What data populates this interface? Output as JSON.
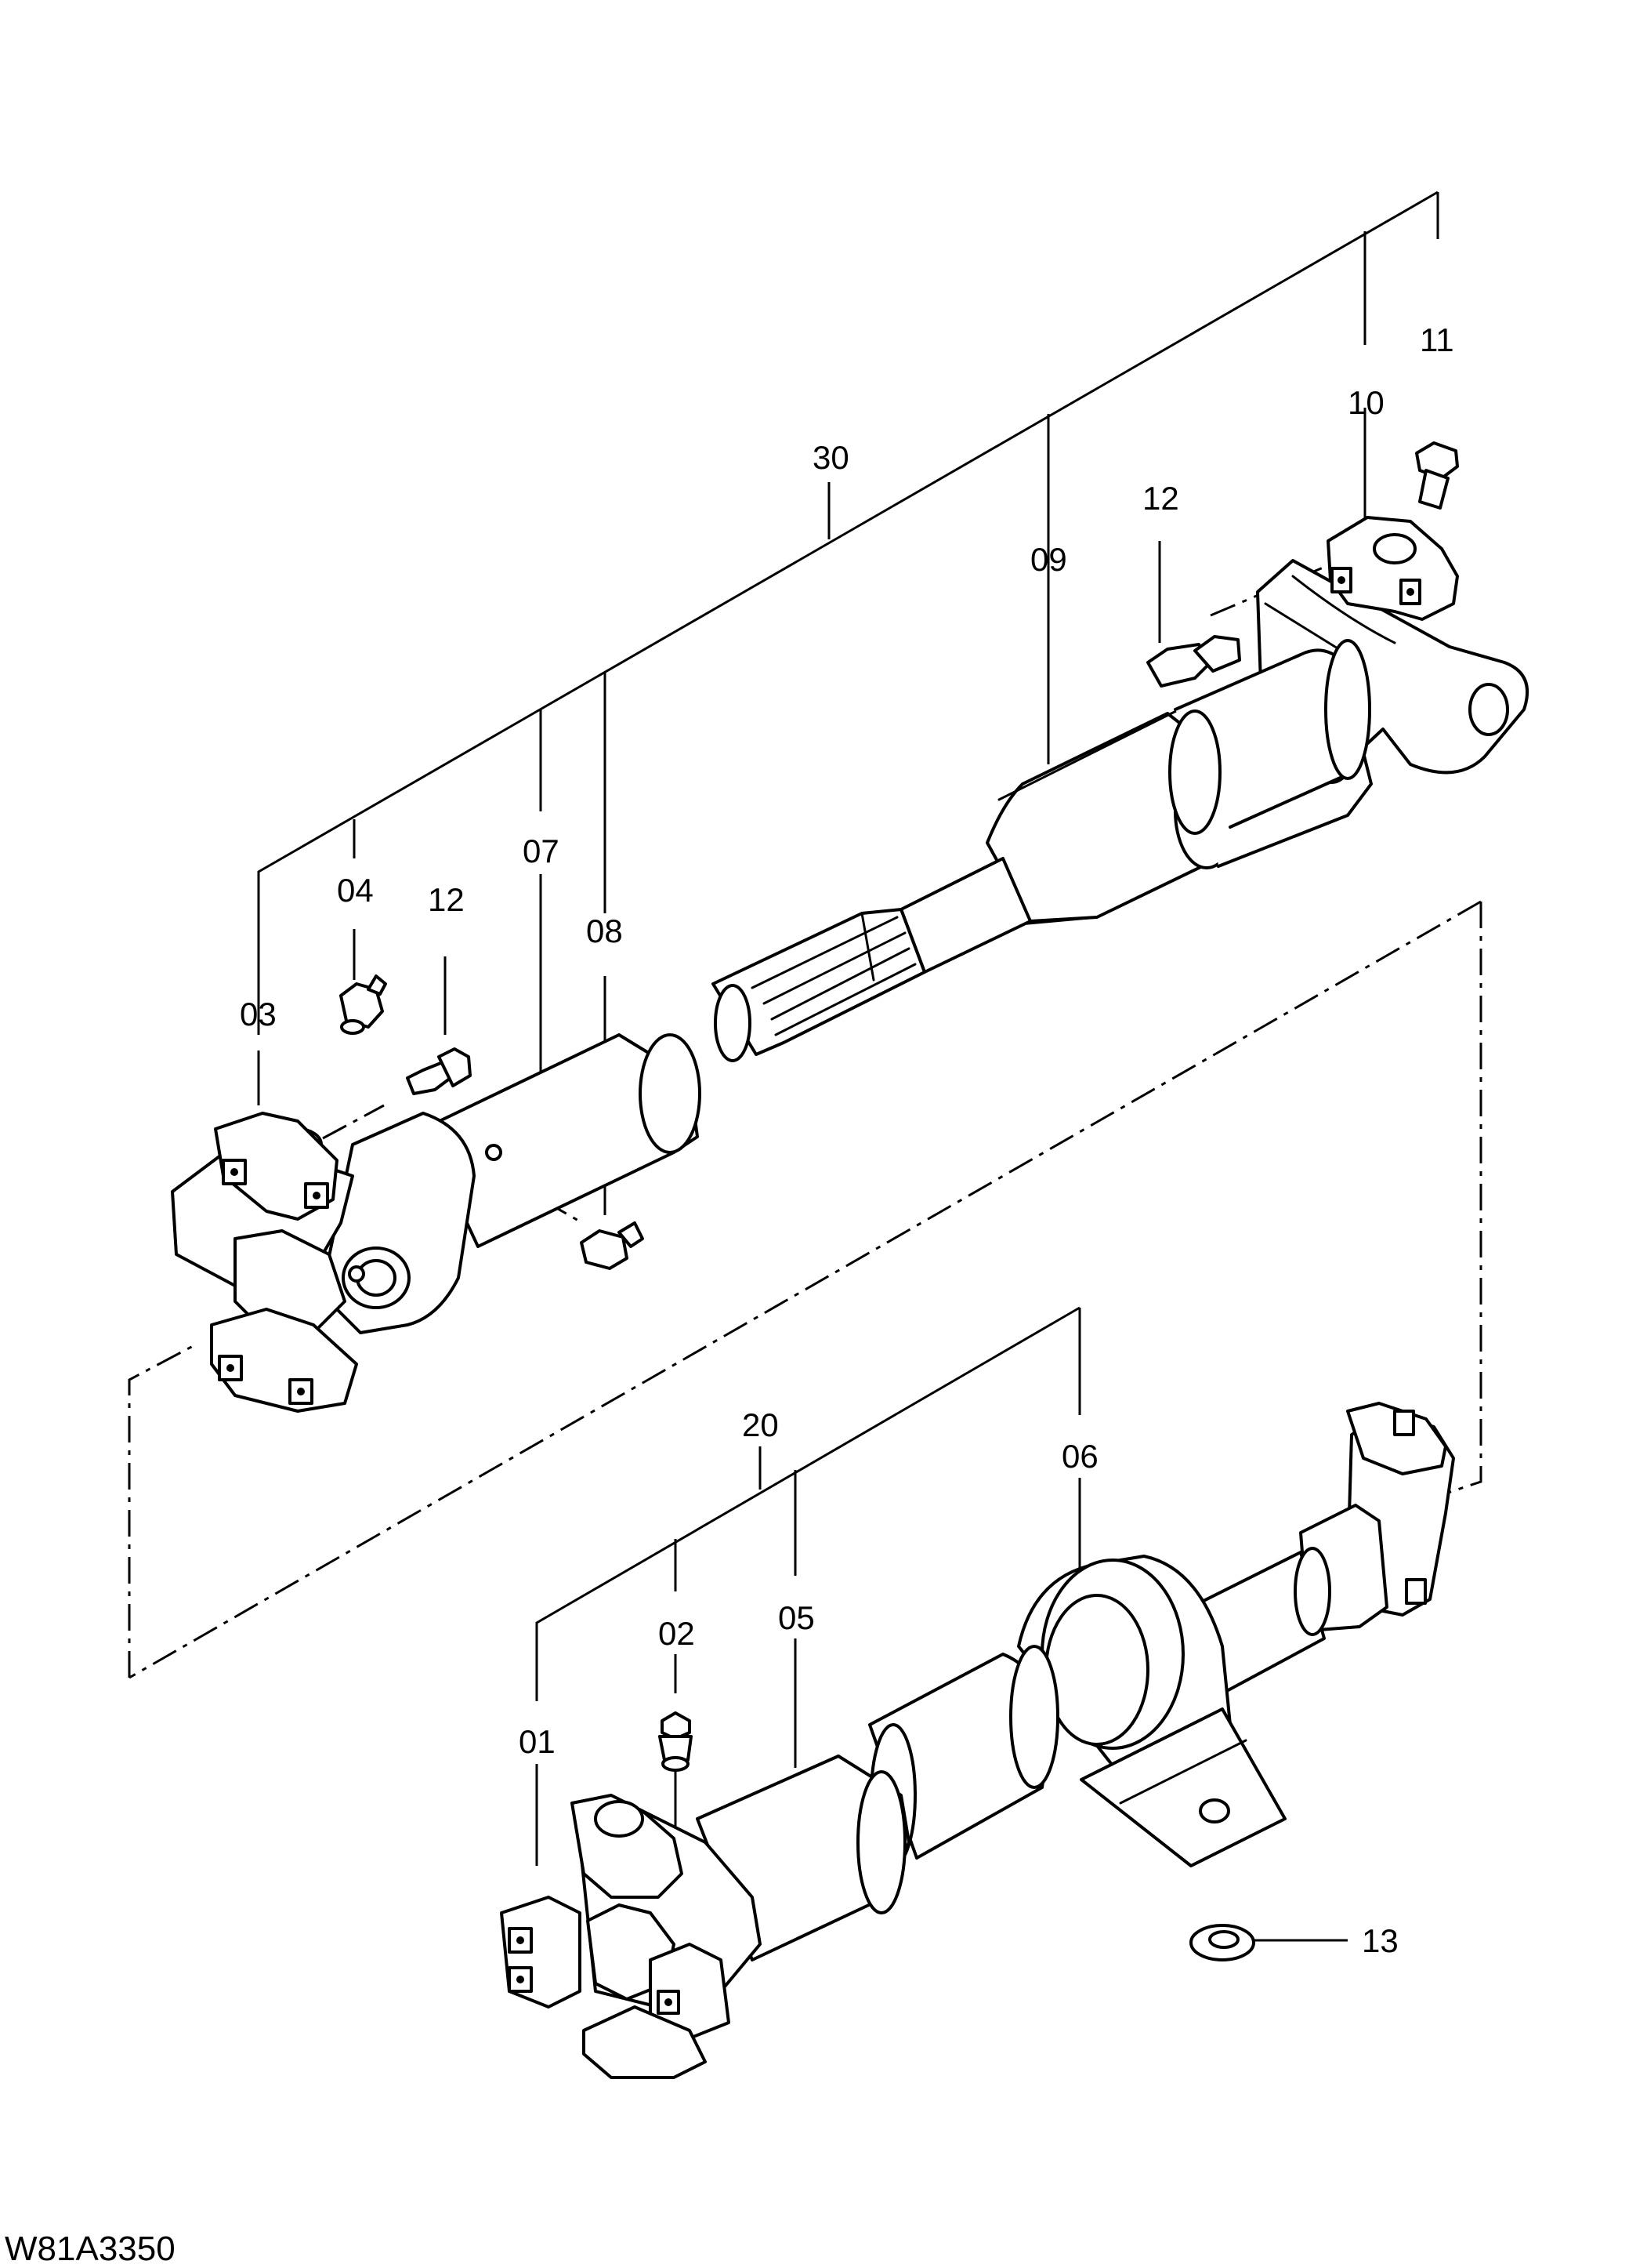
{
  "drawing_code": "W81A3350",
  "callouts": [
    {
      "id": "c30",
      "text": "30"
    },
    {
      "id": "c09",
      "text": "09"
    },
    {
      "id": "c10",
      "text": "10"
    },
    {
      "id": "c11",
      "text": "11"
    },
    {
      "id": "c12a",
      "text": "12"
    },
    {
      "id": "c12b",
      "text": "12"
    },
    {
      "id": "c03",
      "text": "03"
    },
    {
      "id": "c04",
      "text": "04"
    },
    {
      "id": "c07",
      "text": "07"
    },
    {
      "id": "c08",
      "text": "08"
    },
    {
      "id": "c20",
      "text": "20"
    },
    {
      "id": "c06",
      "text": "06"
    },
    {
      "id": "c02",
      "text": "02"
    },
    {
      "id": "c05",
      "text": "05"
    },
    {
      "id": "c01",
      "text": "01"
    },
    {
      "id": "c13",
      "text": "13"
    }
  ]
}
